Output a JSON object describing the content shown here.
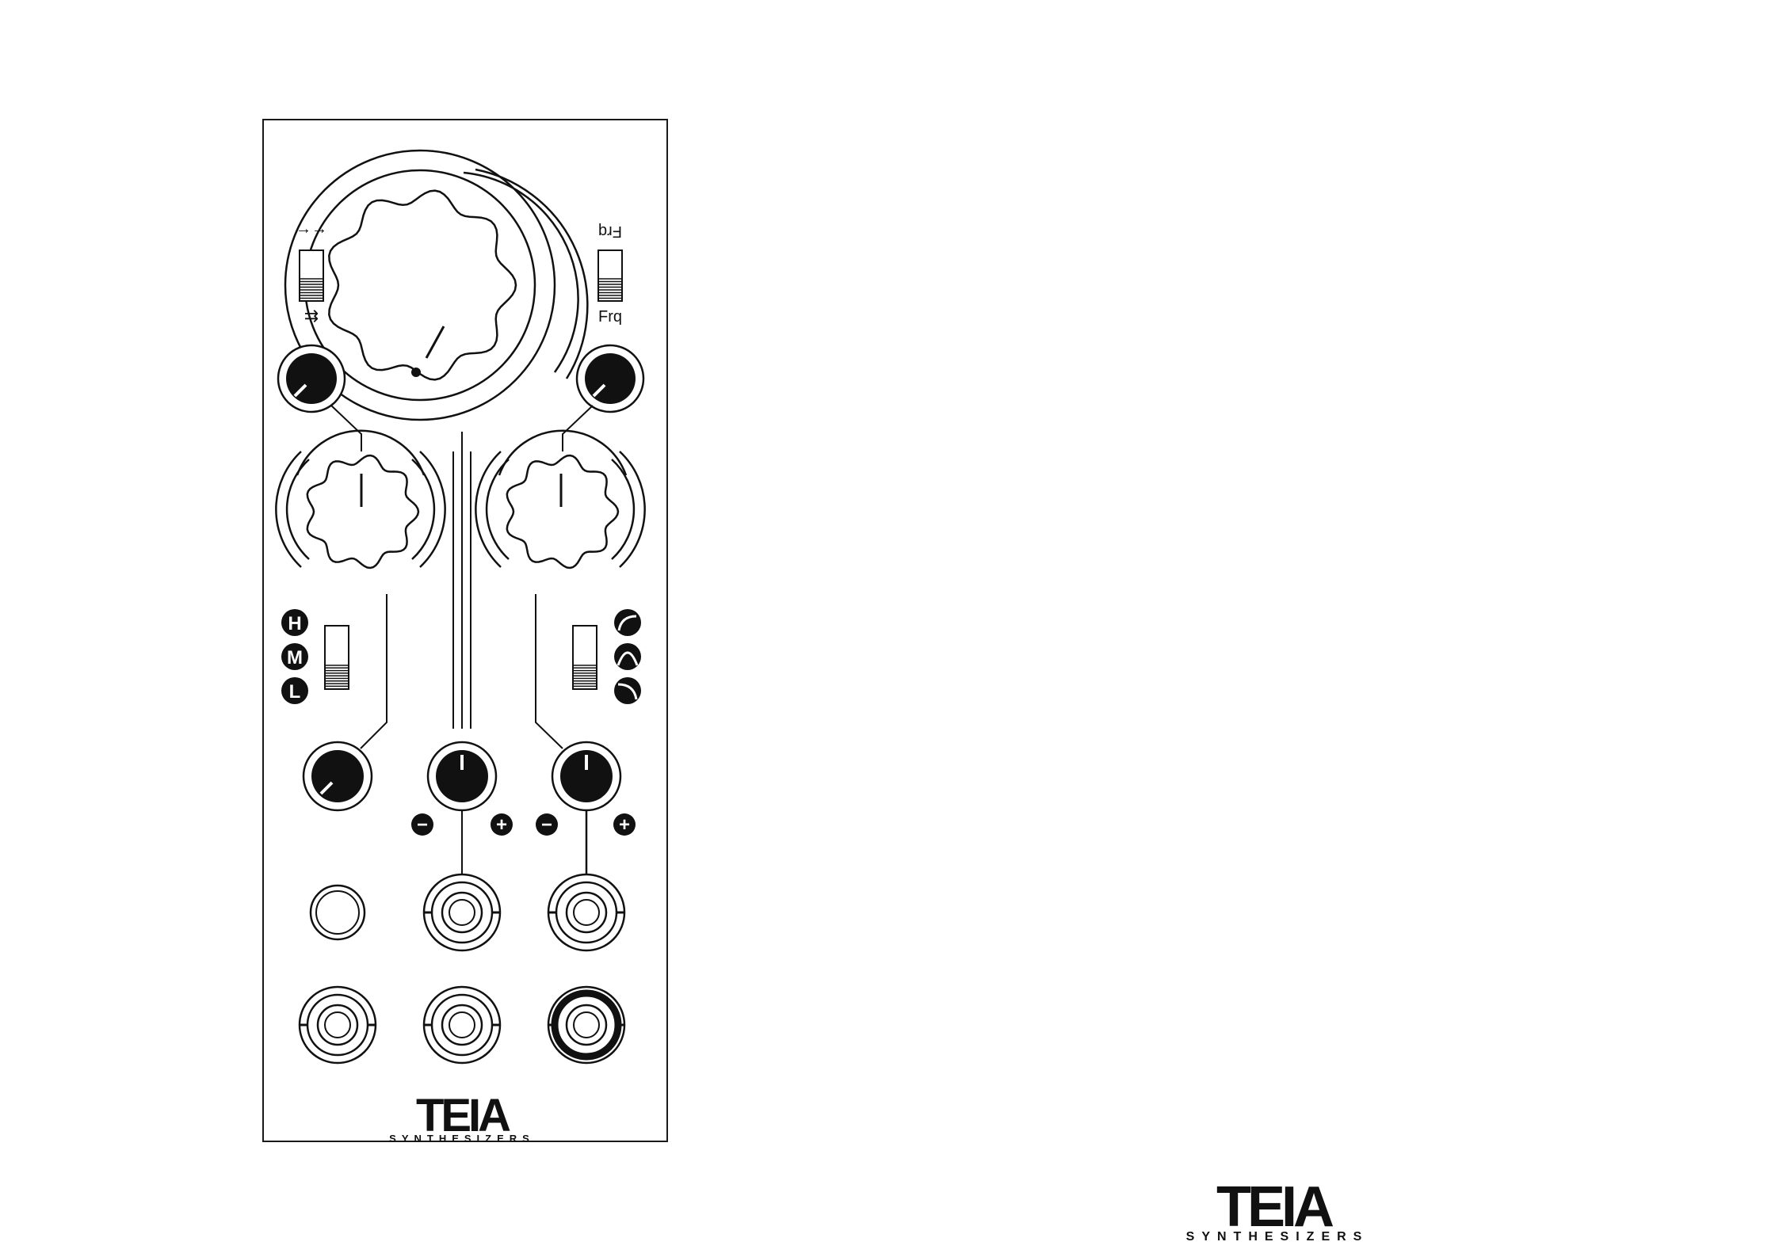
{
  "brand": {
    "name": "TEIA",
    "tagline": "SYNTHESIZERS"
  },
  "module": {
    "switch_left": {
      "top_label": "→→",
      "bottom_label": "⇉"
    },
    "switch_right": {
      "top_label": "Frq",
      "bottom_label": "Frq"
    },
    "range_switch": {
      "labels": [
        "H",
        "M",
        "L"
      ]
    },
    "mode_switch": {
      "icons": [
        "highpass-curve-icon",
        "bandpass-curve-icon",
        "lowpass-curve-icon"
      ]
    },
    "attenuverter_signs": {
      "minus": "−",
      "plus": "+"
    }
  },
  "colors": {
    "panel_stroke": "#1a1a1a",
    "knob_fill": "#111111",
    "background": "#ffffff"
  }
}
